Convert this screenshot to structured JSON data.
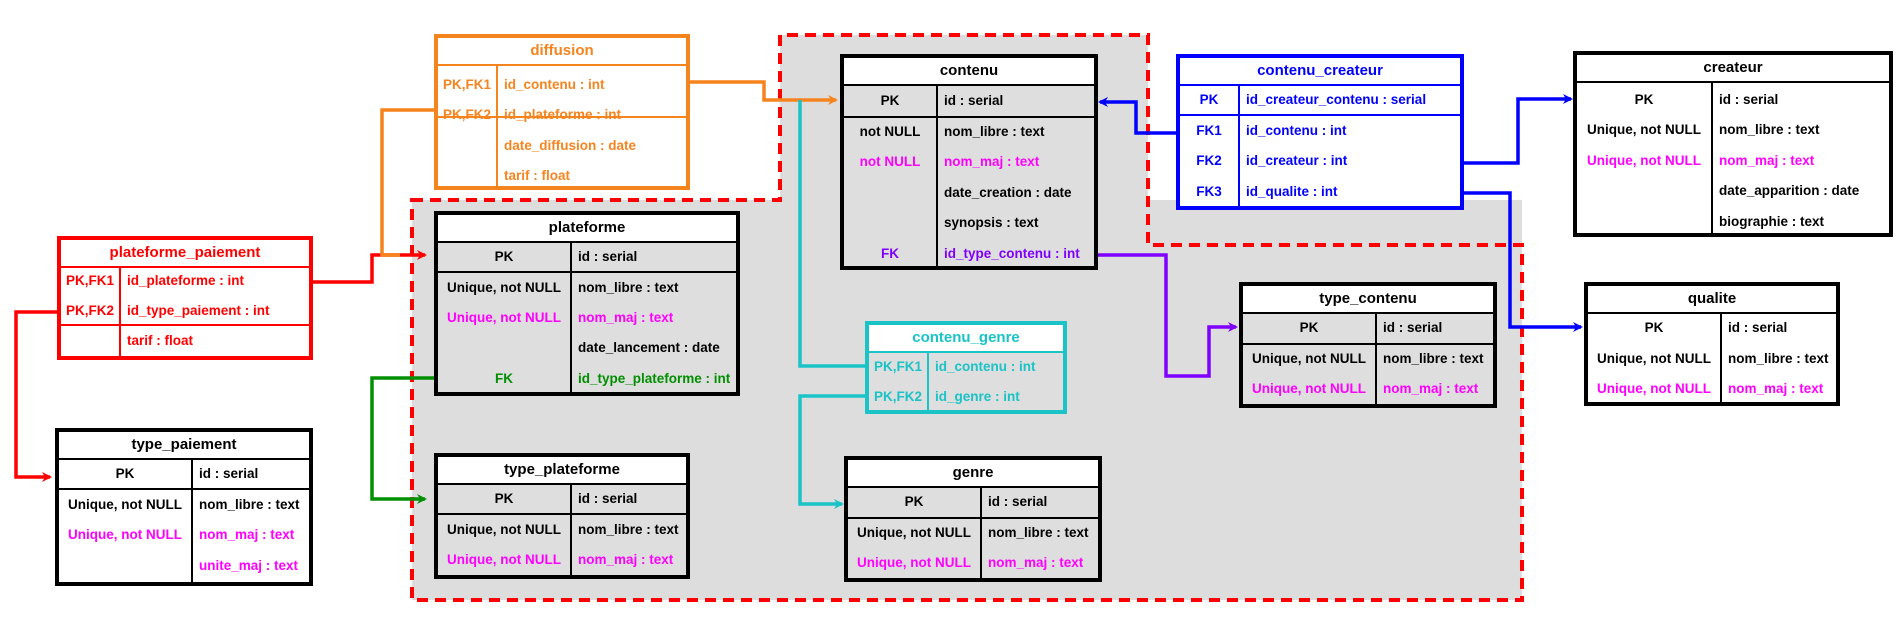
{
  "colors": {
    "black": "#000000",
    "orange": "#f5841f",
    "red": "#ff0000",
    "blue": "#0000ff",
    "cyan": "#19c3c6",
    "magenta": "#ff00ff",
    "green": "#008f00",
    "purple": "#8000ff",
    "region_fill": "#dddddd",
    "region_border": "#ff0000"
  },
  "tables": {
    "diffusion": {
      "title": "diffusion",
      "rows": [
        {
          "key": "PK,FK1",
          "field": "id_contenu : int"
        },
        {
          "key": "PK,FK2",
          "field": "id_plateforme : int"
        },
        {
          "key": "",
          "field": "date_diffusion : date"
        },
        {
          "key": "",
          "field": "tarif : float"
        }
      ]
    },
    "plateforme_paiement": {
      "title": "plateforme_paiement",
      "rows": [
        {
          "key": "PK,FK1",
          "field": "id_plateforme : int"
        },
        {
          "key": "PK,FK2",
          "field": "id_type_paiement : int"
        },
        {
          "key": "",
          "field": "tarif : float"
        }
      ]
    },
    "type_paiement": {
      "title": "type_paiement",
      "rows": [
        {
          "key": "PK",
          "field": "id : serial"
        },
        {
          "key": "Unique, not NULL",
          "field": "nom_libre : text"
        },
        {
          "key": "Unique, not NULL",
          "field": "nom_maj : text"
        },
        {
          "key": "",
          "field": "unite_maj : text"
        }
      ]
    },
    "plateforme": {
      "title": "plateforme",
      "rows": [
        {
          "key": "PK",
          "field": "id : serial"
        },
        {
          "key": "Unique, not NULL",
          "field": "nom_libre : text"
        },
        {
          "key": "Unique, not NULL",
          "field": "nom_maj : text"
        },
        {
          "key": "",
          "field": "date_lancement : date"
        },
        {
          "key": "FK",
          "field": "id_type_plateforme : int"
        }
      ]
    },
    "type_plateforme": {
      "title": "type_plateforme",
      "rows": [
        {
          "key": "PK",
          "field": "id : serial"
        },
        {
          "key": "Unique, not NULL",
          "field": "nom_libre : text"
        },
        {
          "key": "Unique, not NULL",
          "field": "nom_maj : text"
        }
      ]
    },
    "contenu": {
      "title": "contenu",
      "rows": [
        {
          "key": "PK",
          "field": "id : serial"
        },
        {
          "key": "not NULL",
          "field": "nom_libre : text"
        },
        {
          "key": "not NULL",
          "field": "nom_maj : text"
        },
        {
          "key": "",
          "field": "date_creation : date"
        },
        {
          "key": "",
          "field": "synopsis : text"
        },
        {
          "key": "FK",
          "field": "id_type_contenu : int"
        }
      ]
    },
    "contenu_genre": {
      "title": "contenu_genre",
      "rows": [
        {
          "key": "PK,FK1",
          "field": "id_contenu : int"
        },
        {
          "key": "PK,FK2",
          "field": "id_genre : int"
        }
      ]
    },
    "genre": {
      "title": "genre",
      "rows": [
        {
          "key": "PK",
          "field": "id : serial"
        },
        {
          "key": "Unique, not NULL",
          "field": "nom_libre : text"
        },
        {
          "key": "Unique, not NULL",
          "field": "nom_maj : text"
        }
      ]
    },
    "contenu_createur": {
      "title": "contenu_createur",
      "rows": [
        {
          "key": "PK",
          "field": "id_createur_contenu : serial"
        },
        {
          "key": "FK1",
          "field": "id_contenu : int"
        },
        {
          "key": "FK2",
          "field": "id_createur : int"
        },
        {
          "key": "FK3",
          "field": "id_qualite : int"
        }
      ]
    },
    "type_contenu": {
      "title": "type_contenu",
      "rows": [
        {
          "key": "PK",
          "field": "id : serial"
        },
        {
          "key": "Unique, not NULL",
          "field": "nom_libre : text"
        },
        {
          "key": "Unique, not NULL",
          "field": "nom_maj : text"
        }
      ]
    },
    "createur": {
      "title": "createur",
      "rows": [
        {
          "key": "PK",
          "field": "id : serial"
        },
        {
          "key": "Unique, not NULL",
          "field": "nom_libre : text"
        },
        {
          "key": "Unique, not NULL",
          "field": "nom_maj : text"
        },
        {
          "key": "",
          "field": "date_apparition : date"
        },
        {
          "key": "",
          "field": "biographie : text"
        }
      ]
    },
    "qualite": {
      "title": "qualite",
      "rows": [
        {
          "key": "PK",
          "field": "id : serial"
        },
        {
          "key": "Unique, not NULL",
          "field": "nom_libre : text"
        },
        {
          "key": "Unique, not NULL",
          "field": "nom_maj : text"
        }
      ]
    }
  }
}
